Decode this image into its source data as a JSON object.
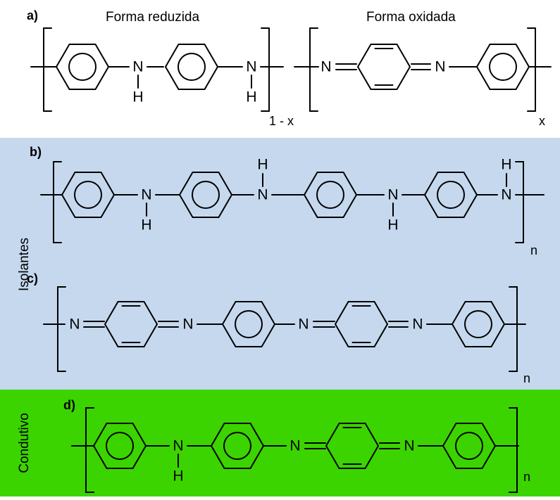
{
  "panel_a": {
    "label": "a)",
    "title_reduced": "Forma reduzida",
    "title_oxidized": "Forma oxidada",
    "subscript_reduced": "1 - x",
    "subscript_oxidized": "x"
  },
  "panel_b": {
    "label": "b)",
    "subscript": "n"
  },
  "panel_c": {
    "label": "c)",
    "subscript": "n"
  },
  "panel_d": {
    "label": "d)",
    "subscript": "n"
  },
  "group_labels": {
    "insulating": "Isolantes",
    "conducting": "Condutivo"
  },
  "atoms": {
    "nitrogen": "N",
    "hydrogen": "H"
  },
  "colors": {
    "insulating_bg": "#c5d8ee",
    "conducting_bg": "#3bd400",
    "bond": "#000000"
  }
}
